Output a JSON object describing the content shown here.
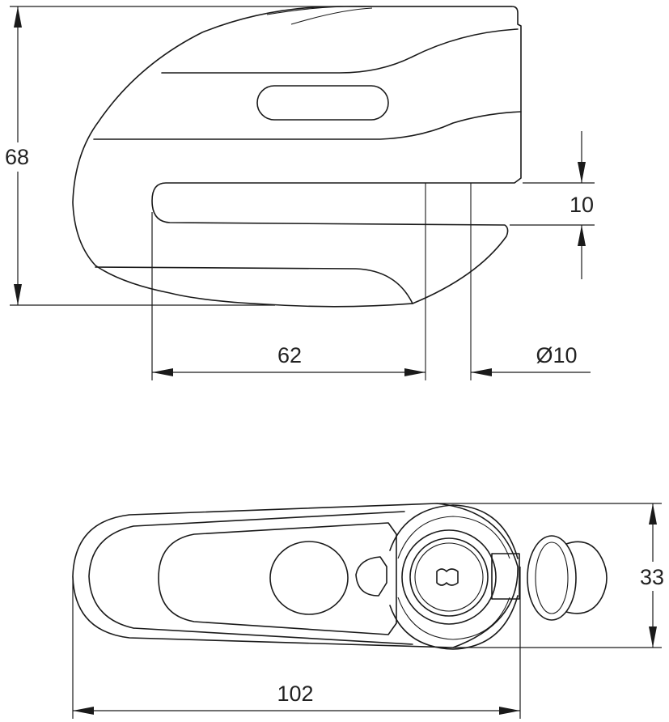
{
  "dimensions": {
    "height": "68",
    "slot": "10",
    "depth": "62",
    "pin": "Ø10",
    "width": "33",
    "length": "102"
  }
}
